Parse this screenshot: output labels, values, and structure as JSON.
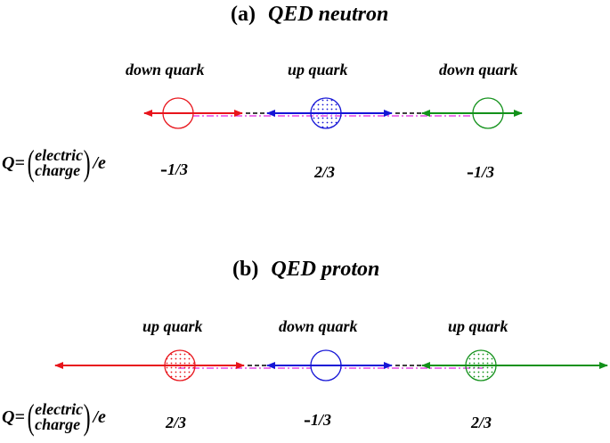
{
  "colors": {
    "red": "#e8141b",
    "blue": "#1515d6",
    "green": "#12911a",
    "magenta": "#e020e0"
  },
  "panels": [
    {
      "label": "(a)",
      "name": "QED neutron",
      "quarks": [
        {
          "name": "down quark",
          "charge_sign": "-",
          "charge": "1/3",
          "color": "red",
          "filled": false
        },
        {
          "name": "up quark",
          "charge_sign": "",
          "charge": "2/3",
          "color": "blue",
          "filled": true
        },
        {
          "name": "down quark",
          "charge_sign": "-",
          "charge": "1/3",
          "color": "green",
          "filled": false
        }
      ]
    },
    {
      "label": "(b)",
      "name": "QED proton",
      "quarks": [
        {
          "name": "up quark",
          "charge_sign": "",
          "charge": "2/3",
          "color": "red",
          "filled": true
        },
        {
          "name": "down quark",
          "charge_sign": "-",
          "charge": "1/3",
          "color": "blue",
          "filled": false
        },
        {
          "name": "up quark",
          "charge_sign": "",
          "charge": "2/3",
          "color": "green",
          "filled": true
        }
      ]
    }
  ],
  "formula": {
    "q": "Q=",
    "open": "(",
    "top": "electric",
    "bottom": "charge",
    "close": ")",
    "slash": "/",
    "e": "e"
  }
}
